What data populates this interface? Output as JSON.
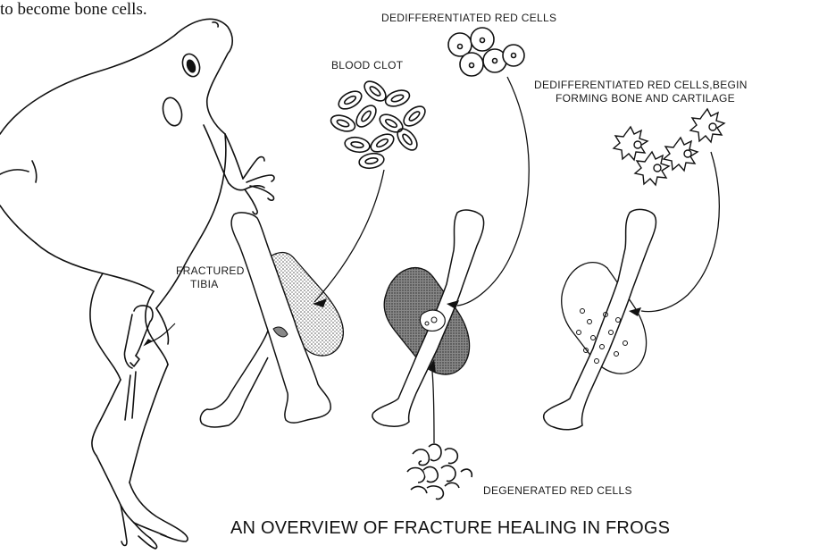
{
  "intro_text": "to become bone cells.",
  "labels": {
    "dediff_top": "DEDIFFERENTIATED RED CELLS",
    "blood_clot": "BLOOD CLOT",
    "dediff_begin_line1": "DEDIFFERENTIATED RED CELLS,BEGIN",
    "dediff_begin_line2": "FORMING BONE AND CARTILAGE",
    "fractured_line1": "FRACTURED",
    "fractured_line2": "TIBIA",
    "degenerated": "DEGENERATED RED CELLS"
  },
  "caption": "AN OVERVIEW OF FRACTURE HEALING IN FROGS"
}
